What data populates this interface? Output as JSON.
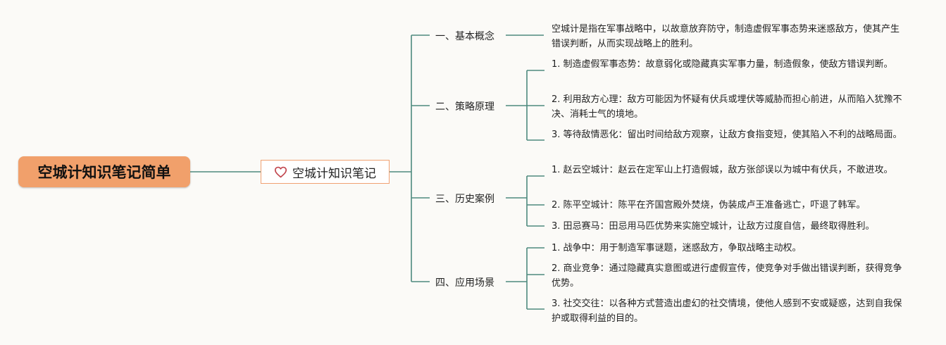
{
  "root": {
    "title": "空城计知识笔记简单"
  },
  "center": {
    "label": "空城计知识笔记"
  },
  "branches": [
    {
      "label": "一、基本概念",
      "leaves": [
        "空城计是指在军事战略中，以故意放弃防守，制造虚假军事态势来迷惑敌方，使其产生错误判断，从而实现战略上的胜利。"
      ]
    },
    {
      "label": "二、策略原理",
      "leaves": [
        "1. 制造虚假军事态势：故意弱化或隐藏真实军事力量，制造假象，使敌方错误判断。",
        "2. 利用敌方心理：敌方可能因为怀疑有伏兵或埋伏等威胁而担心前进，从而陷入犹豫不决、消耗士气的境地。",
        "3. 等待敌情恶化：留出时间给敌方观察，让敌方食指变短，使其陷入不利的战略局面。"
      ]
    },
    {
      "label": "三、历史案例",
      "leaves": [
        "1. 赵云空城计：赵云在定军山上打造假城，敌方张郃误以为城中有伏兵，不敢进攻。",
        "2. 陈平空城计：陈平在齐国宫殿外焚烧，伪装成卢王准备逃亡，吓退了韩军。",
        "3. 田忌赛马：田忌用马匹优势来实施空城计，让敌方过度自信，最终取得胜利。"
      ]
    },
    {
      "label": "四、应用场景",
      "leaves": [
        "1. 战争中：用于制造军事谜题，迷惑敌方，争取战略主动权。",
        "2. 商业竞争：通过隐藏真实意图或进行虚假宣传，使竞争对手做出错误判断，获得竞争优势。",
        "3. 社交交往：以各种方式营造出虚幻的社交情境，使他人感到不安或疑惑，达到自我保护或取得利益的目的。"
      ]
    }
  ],
  "colors": {
    "line": "#4e8a7e",
    "root_bg": "#f1a06b",
    "center_border": "#f0a172",
    "heart": "#c2474f"
  },
  "icons": {
    "center_icon": "heart-icon"
  }
}
